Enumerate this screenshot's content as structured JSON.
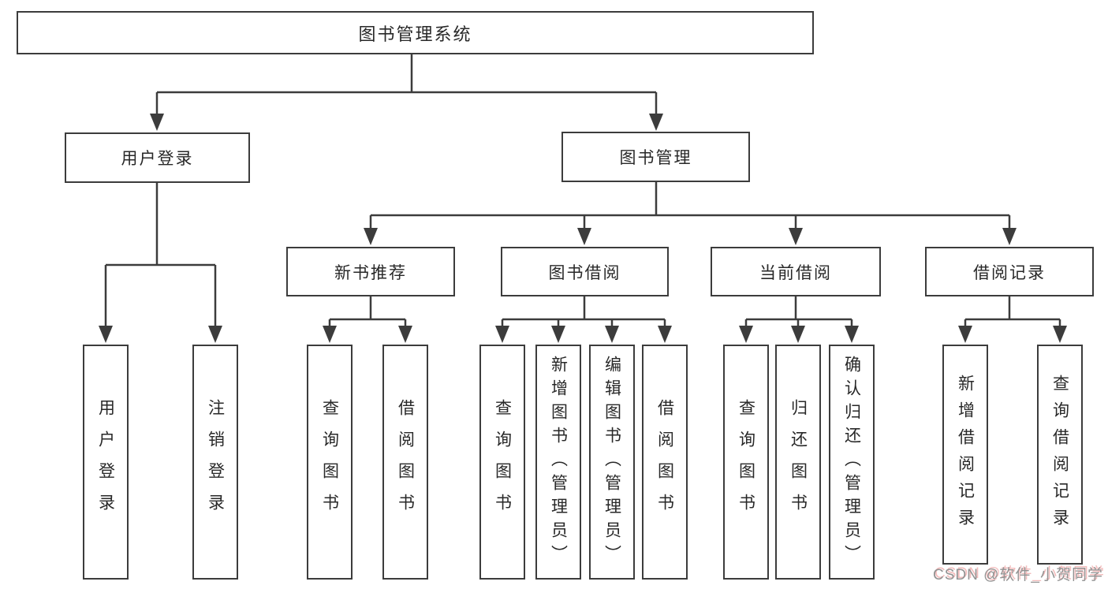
{
  "diagram": {
    "root": {
      "label": "图书管理系统"
    },
    "level2": {
      "user_login": {
        "label": "用户登录",
        "children": [
          "user_login_leaf",
          "logout"
        ]
      },
      "book_mgmt": {
        "label": "图书管理",
        "children": [
          "new_book_rec",
          "book_borrow",
          "current_borrow",
          "borrow_records"
        ]
      }
    },
    "level3": {
      "new_book_rec": {
        "label": "新书推荐",
        "children": [
          "query_book_rec",
          "borrow_book_rec"
        ]
      },
      "book_borrow": {
        "label": "图书借阅",
        "children": [
          "query_book_borrow",
          "add_book",
          "edit_book",
          "borrow_book"
        ]
      },
      "current_borrow": {
        "label": "当前借阅",
        "children": [
          "query_book_current",
          "return_book",
          "confirm_return"
        ]
      },
      "borrow_records": {
        "label": "借阅记录",
        "children": [
          "add_borrow_record",
          "query_borrow_record"
        ]
      }
    },
    "leaves": {
      "user_login_leaf": {
        "label": "用户登录"
      },
      "logout": {
        "label": "注销登录"
      },
      "query_book_rec": {
        "label": "查询图书"
      },
      "borrow_book_rec": {
        "label": "借阅图书"
      },
      "query_book_borrow": {
        "label": "查询图书"
      },
      "add_book": {
        "label": "新增图书（管理员）"
      },
      "edit_book": {
        "label": "编辑图书（管理员）"
      },
      "borrow_book": {
        "label": "借阅图书"
      },
      "query_book_current": {
        "label": "查询图书"
      },
      "return_book": {
        "label": "归还图书"
      },
      "confirm_return": {
        "label": "确认归还（管理员）"
      },
      "add_borrow_record": {
        "label": "新增借阅记录"
      },
      "query_borrow_record": {
        "label": "查询借阅记录"
      }
    }
  },
  "watermark": {
    "text": "CSDN @软件_小贺同学"
  },
  "colors": {
    "line": "#3c3c3c",
    "text": "#282828",
    "background": "#ffffff",
    "watermark_gray": "#929292",
    "watermark_pink": "#f3bcbc"
  }
}
